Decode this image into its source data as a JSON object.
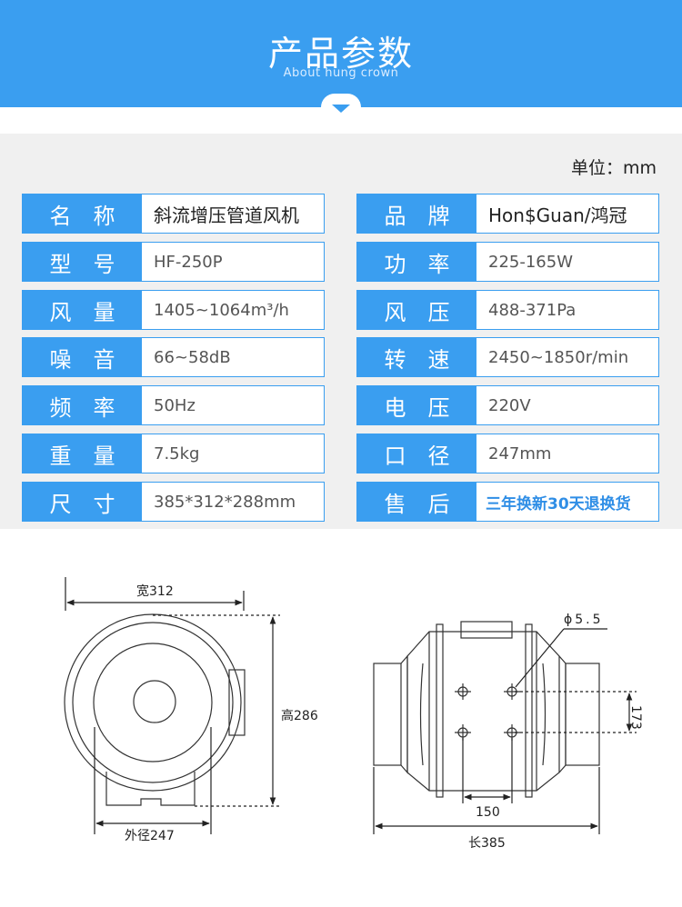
{
  "header": {
    "title": "产品参数",
    "subtitle": "About hung crown"
  },
  "unit_label": "单位：mm",
  "specs_left": [
    {
      "label": "名称",
      "value": "斜流增压管道风机"
    },
    {
      "label": "型号",
      "value": "HF-250P"
    },
    {
      "label": "风量",
      "value": "1405~1064m³/h"
    },
    {
      "label": "噪音",
      "value": "66~58dB"
    },
    {
      "label": "频率",
      "value": "50Hz"
    },
    {
      "label": "重量",
      "value": "7.5kg"
    },
    {
      "label": "尺寸",
      "value": "385*312*288mm"
    }
  ],
  "specs_right": [
    {
      "label": "品牌",
      "value": "Hon$Guan/鸿冠"
    },
    {
      "label": "功率",
      "value": "225-165W"
    },
    {
      "label": "风压",
      "value": "488-371Pa"
    },
    {
      "label": "转速",
      "value": "2450~1850r/min"
    },
    {
      "label": "电压",
      "value": "220V"
    },
    {
      "label": "口径",
      "value": "247mm"
    },
    {
      "label": "售后",
      "value": "三年换新30天退换货"
    }
  ],
  "drawing": {
    "front": {
      "width_label": "宽312",
      "height_label": "高286",
      "outer_diameter_label": "外径247"
    },
    "side": {
      "hole_label": "ϕ5.5",
      "vertical_spacing_label": "173",
      "horizontal_spacing_label": "150",
      "length_label": "长385"
    }
  },
  "colors": {
    "accent": "#3a9ef0",
    "panel_bg": "#f0f0f0"
  }
}
